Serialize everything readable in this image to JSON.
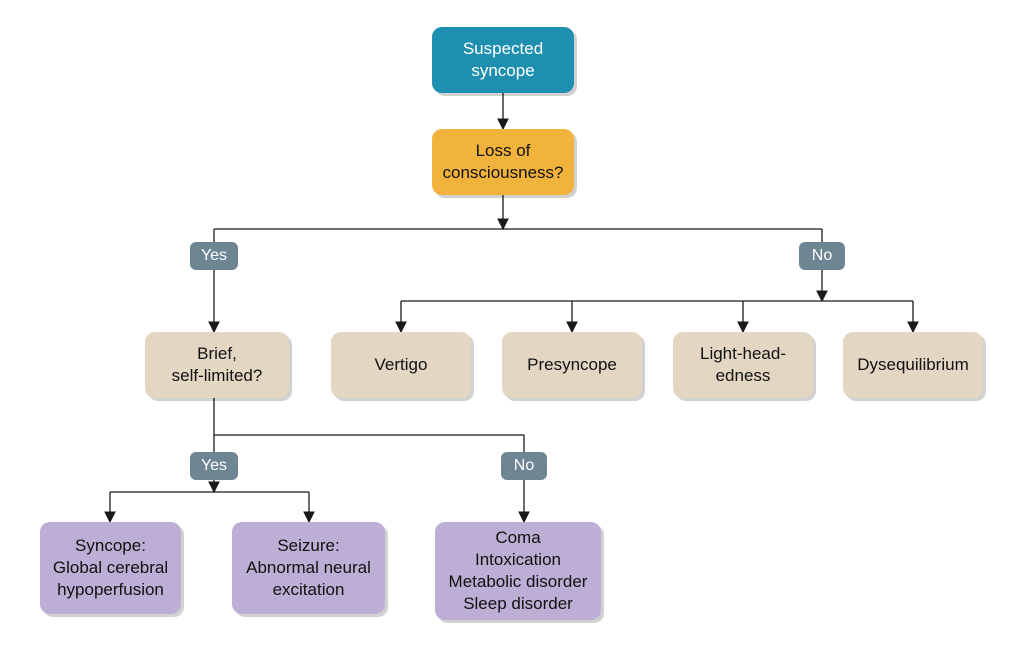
{
  "colors": {
    "start": "#1e8fae",
    "decision": "#f2b33d",
    "category": "#e3d6c2",
    "outcome": "#bcaed4",
    "tag": "#6e8594",
    "line": "#1a1a1a"
  },
  "nodes": {
    "suspected_syncope": {
      "lines": [
        "Suspected",
        "syncope"
      ]
    },
    "loss_of_consciousness": {
      "lines": [
        "Loss of",
        "consciousness?"
      ]
    },
    "brief_self_limited": {
      "lines": [
        "Brief,",
        "self-limited?"
      ]
    },
    "vertigo": {
      "lines": [
        "Vertigo"
      ]
    },
    "presyncope": {
      "lines": [
        "Presyncope"
      ]
    },
    "light_headedness": {
      "lines": [
        "Light-head-",
        "edness"
      ]
    },
    "dysequilibrium": {
      "lines": [
        "Dysequilibrium"
      ]
    },
    "syncope": {
      "lines": [
        "Syncope:",
        "Global cerebral",
        "hypoperfusion"
      ]
    },
    "seizure": {
      "lines": [
        "Seizure:",
        "Abnormal neural",
        "excitation"
      ]
    },
    "coma_group": {
      "lines": [
        "Coma",
        "Intoxication",
        "Metabolic disorder",
        "Sleep disorder"
      ]
    }
  },
  "tags": {
    "loc_yes": "Yes",
    "loc_no": "No",
    "brief_yes": "Yes",
    "brief_no": "No"
  }
}
